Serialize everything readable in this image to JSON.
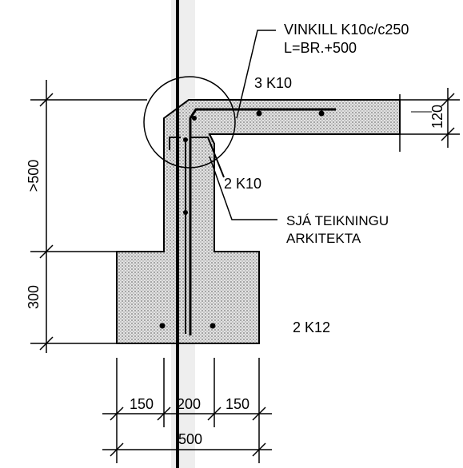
{
  "drawing": {
    "callout_bracket_label": "VINKILL K10c/c250",
    "callout_length_label": "L=BR.+500",
    "top_bars_label": "3 K10",
    "stem_bars_label": "2 K10",
    "note_line1": "SJÁ TEIKNINGU",
    "note_line2": "ARKITEKTA",
    "footing_bars_label": "2 K12",
    "slab_thickness": "120",
    "stem_height": ">500",
    "footing_height": "300",
    "footing_left_offset": "150",
    "stem_width": "200",
    "footing_right_offset": "150",
    "footing_width": "500"
  },
  "colors": {
    "line": "#000000",
    "concrete_fill": "#d0d0d0",
    "background": "#ffffff"
  }
}
